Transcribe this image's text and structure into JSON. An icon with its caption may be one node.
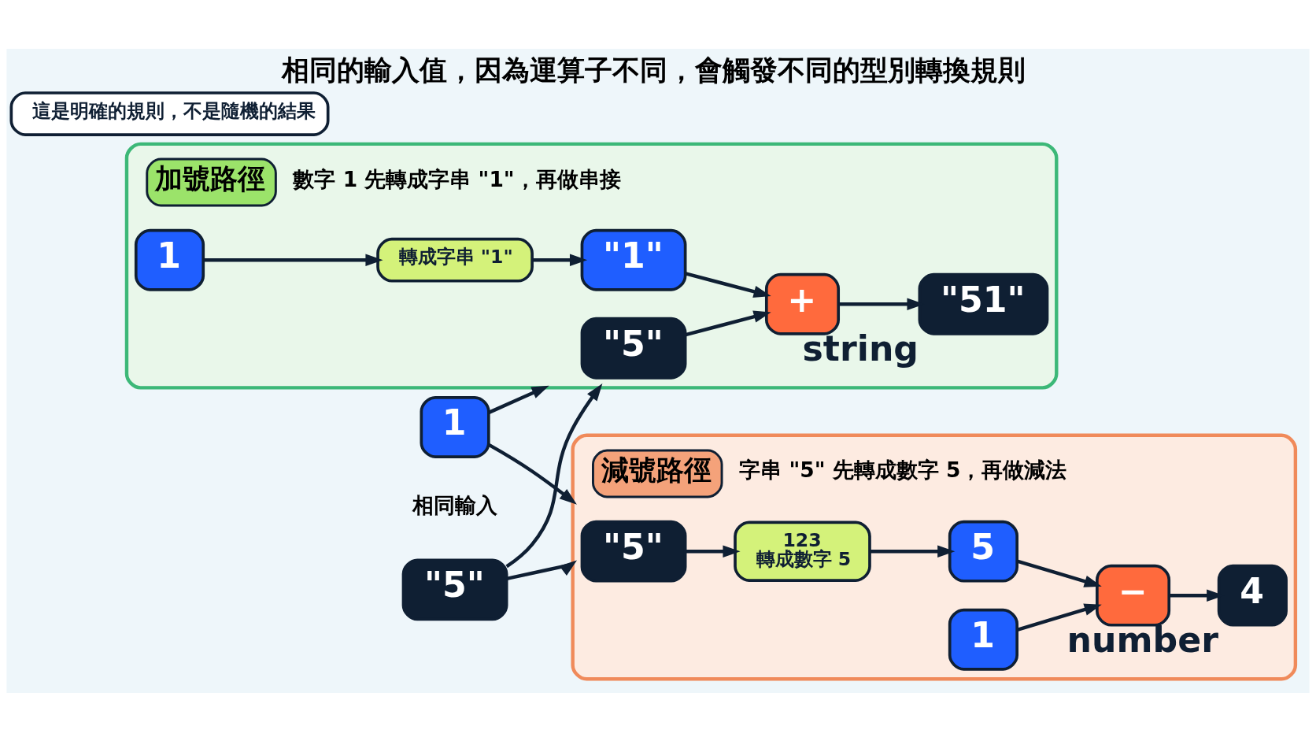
{
  "diagram": {
    "title": "相同的輸入值，因為運算子不同，會觸發不同的型別轉換規則",
    "nodes": [
      {
        "text": [
          "\"5\""
        ]
      },
      {
        "text": [
          "1"
        ]
      },
      {
        "text": [
          "加號路徑",
          "數字 1 先轉成字串 \"1\"，再做串接"
        ]
      },
      {
        "text": [
          "\"5\""
        ],
        "in": 2
      },
      {
        "text": [
          "1"
        ],
        "in": 2
      },
      {
        "text": [
          "轉成字串 \"1\""
        ],
        "in": 2
      },
      {
        "text": [
          "\"1\""
        ],
        "in": 2
      },
      {
        "text": [
          "+"
        ],
        "in": 2
      },
      {
        "text": [
          "\"51\""
        ],
        "in": 2,
        "beside": [
          "string"
        ]
      },
      {
        "text": [
          "減號路徑",
          "字串 \"5\" 先轉成數字 5，再做減法"
        ]
      },
      {
        "text": [
          "\"5\""
        ],
        "in": 9
      },
      {
        "text": [
          "123",
          "轉成數字 5"
        ],
        "in": 9
      },
      {
        "text": [
          "5"
        ],
        "in": 9
      },
      {
        "text": [
          "−"
        ],
        "in": 9
      },
      {
        "text": [
          "4"
        ],
        "in": 9,
        "beside": [
          "number"
        ]
      },
      {
        "text": [
          "1"
        ],
        "in": 9
      },
      {
        "text": [
          "這是明確的規則，不是隨機的結果"
        ]
      }
    ],
    "edges": [
      {
        "from": 0,
        "to": 2,
        "arrow": "to"
      },
      {
        "from": 1,
        "to": 2,
        "arrow": "to"
      },
      {
        "from": 0,
        "to": 9,
        "arrow": "to"
      },
      {
        "from": 1,
        "to": 9,
        "arrow": "to"
      },
      {
        "from": 3,
        "to": 7,
        "arrow": "to"
      },
      {
        "from": 4,
        "to": 5,
        "arrow": "to"
      },
      {
        "from": 5,
        "to": 6,
        "arrow": "to"
      },
      {
        "from": 6,
        "to": 7,
        "arrow": "to"
      },
      {
        "from": 7,
        "to": 8,
        "arrow": "to"
      },
      {
        "from": 10,
        "to": 11,
        "arrow": "to"
      },
      {
        "from": 11,
        "to": 12,
        "arrow": "to"
      },
      {
        "from": 12,
        "to": 13,
        "arrow": "to"
      },
      {
        "from": 15,
        "to": 13,
        "arrow": "to"
      },
      {
        "from": 13,
        "to": 14,
        "arrow": "to"
      }
    ],
    "labels": [
      "相同輸入"
    ]
  }
}
